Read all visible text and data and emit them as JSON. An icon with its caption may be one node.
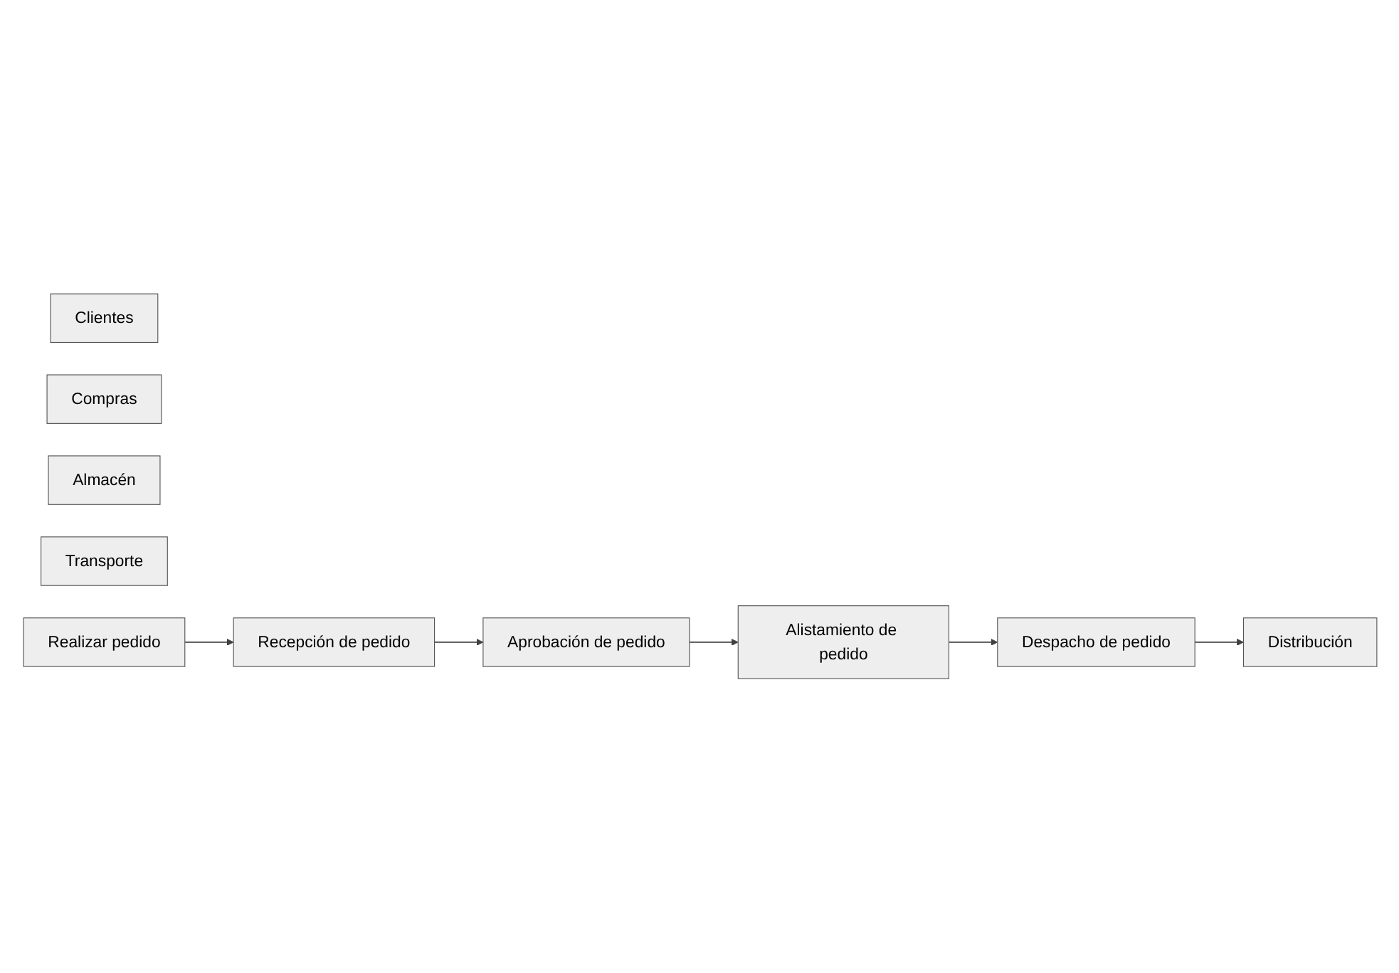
{
  "diagram": {
    "nodes": [
      {
        "text": [
          "Clientes"
        ]
      },
      {
        "text": [
          "Compras"
        ]
      },
      {
        "text": [
          "Almacén"
        ]
      },
      {
        "text": [
          "Transporte"
        ]
      },
      {
        "text": [
          "Realizar pedido"
        ]
      },
      {
        "text": [
          "Recepción de pedido"
        ]
      },
      {
        "text": [
          "Aprobación de pedido"
        ]
      },
      {
        "text": [
          "Alistamiento de pedido"
        ]
      },
      {
        "text": [
          "Despacho de pedido"
        ]
      },
      {
        "text": [
          "Distribución"
        ]
      }
    ],
    "edges": [
      {
        "from": 4,
        "to": 5,
        "arrow": "to"
      },
      {
        "from": 5,
        "to": 6,
        "arrow": "to"
      },
      {
        "from": 6,
        "to": 7,
        "arrow": "to"
      },
      {
        "from": 7,
        "to": 8,
        "arrow": "to"
      },
      {
        "from": 8,
        "to": 9,
        "arrow": "to"
      }
    ]
  }
}
